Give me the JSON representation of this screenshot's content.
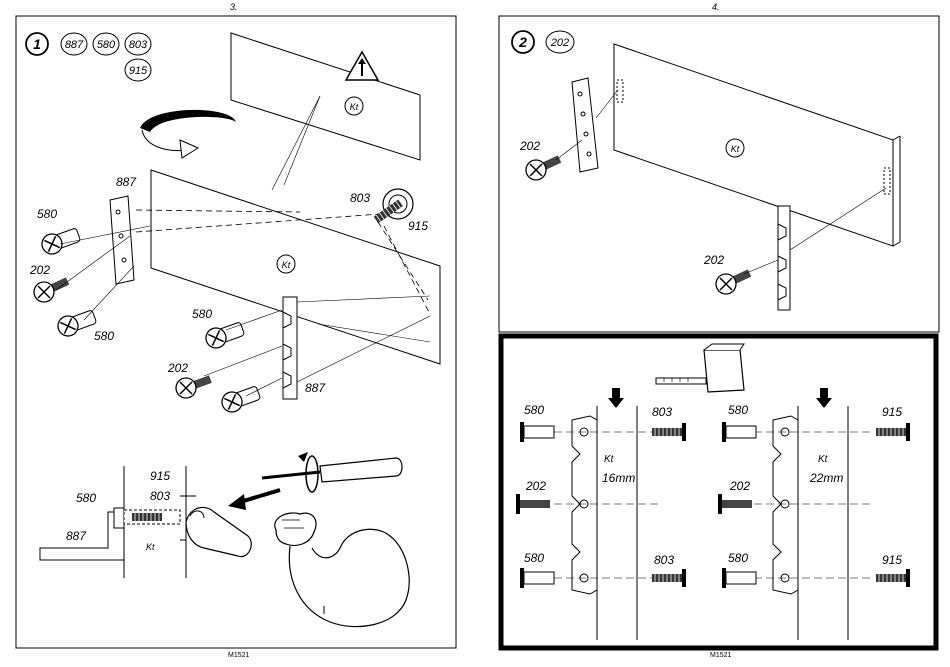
{
  "pages": {
    "left": {
      "number": "3.",
      "footer": "M1521"
    },
    "right": {
      "number": "4.",
      "footer": "M1521"
    }
  },
  "step1": {
    "number": "1",
    "parts": [
      "887",
      "580",
      "803",
      "915"
    ],
    "panel_label_top": "Kt",
    "panel_label_main": "Kt",
    "labels": {
      "bracket_887_a": "887",
      "dowel_580_a": "580",
      "screw_202_a": "202",
      "dowel_580_b": "580",
      "bolt_803": "803",
      "bolt_915": "915",
      "dowel_580_c": "580",
      "screw_202_b": "202",
      "bracket_887_b": "887"
    },
    "detail": {
      "label_915": "915",
      "label_580": "580",
      "label_803": "803",
      "label_887": "887",
      "label_kt": "Kt"
    }
  },
  "step2": {
    "number": "2",
    "parts": [
      "202"
    ],
    "panel_label": "Kt",
    "screw_a": "202",
    "screw_b": "202"
  },
  "measure": {
    "left": {
      "top_580": "580",
      "top_803": "803",
      "kt": "Kt",
      "thickness": "16mm",
      "mid_202": "202",
      "bot_580": "580",
      "bot_803": "803"
    },
    "right": {
      "top_580": "580",
      "top_915": "915",
      "kt": "Kt",
      "thickness": "22mm",
      "mid_202": "202",
      "bot_580": "580",
      "bot_915": "915"
    }
  }
}
